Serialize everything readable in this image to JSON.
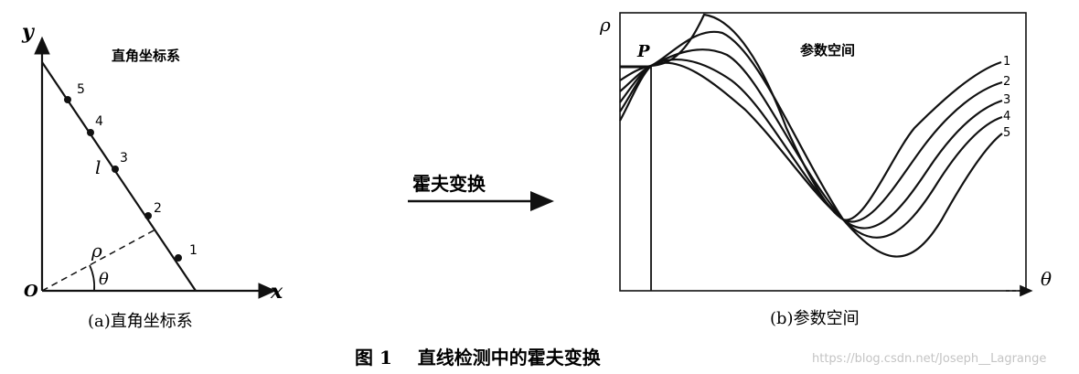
{
  "left": {
    "y_axis_label": "y",
    "x_axis_label": "x",
    "origin_label": "O",
    "title": "直角坐标系",
    "line_label": "l",
    "rho_label": "ρ",
    "theta_label": "θ",
    "point_labels": [
      "5",
      "4",
      "3",
      "2",
      "1"
    ],
    "caption": "(a)直角坐标系"
  },
  "arrow": {
    "label": "霍夫变换"
  },
  "right": {
    "y_axis_label": "ρ",
    "x_axis_label": "θ",
    "title": "参数空间",
    "intersection_label": "P",
    "curve_labels": [
      "1",
      "2",
      "3",
      "4",
      "5"
    ],
    "caption": "(b)参数空间"
  },
  "figure_caption": "图 1    直线检测中的霍夫变换",
  "watermark": "https://blog.csdn.net/Joseph__Lagrange",
  "colors": {
    "ink": "#111111",
    "watermark": "#c4c4c4"
  }
}
